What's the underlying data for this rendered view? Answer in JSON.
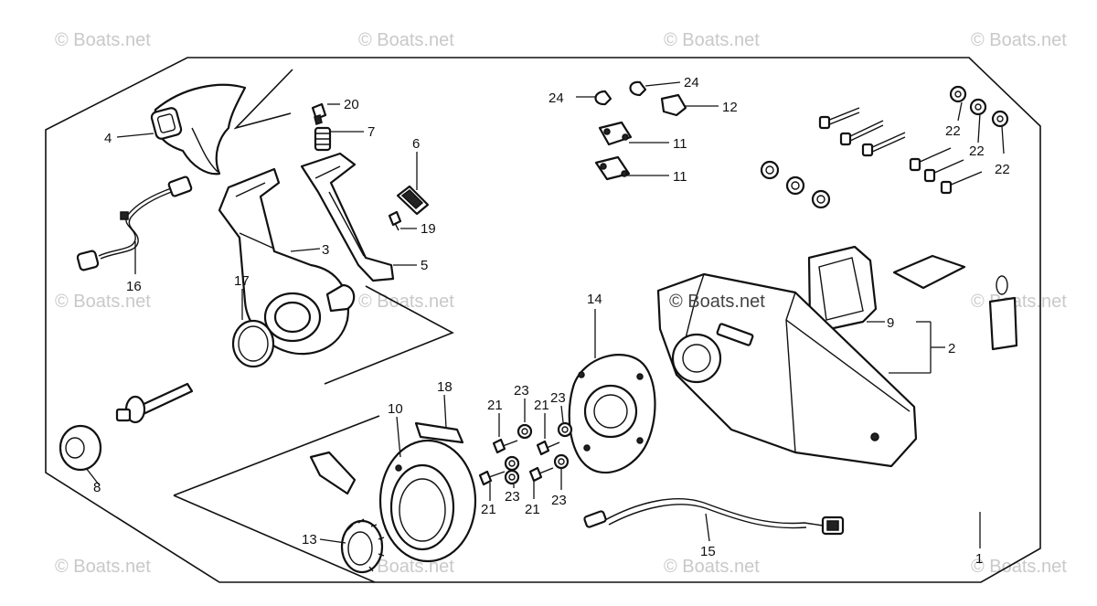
{
  "watermark": "© Boats.net",
  "callouts": {
    "c1": "1",
    "c2": "2",
    "c3": "3",
    "c4": "4",
    "c5": "5",
    "c6": "6",
    "c7": "7",
    "c8": "8",
    "c9": "9",
    "c10": "10",
    "c11a": "11",
    "c11b": "11",
    "c12": "12",
    "c13": "13",
    "c14": "14",
    "c15": "15",
    "c16": "16",
    "c17": "17",
    "c18": "18",
    "c19": "19",
    "c20": "20",
    "c21a": "21",
    "c21b": "21",
    "c21c": "21",
    "c21d": "21",
    "c22a": "22",
    "c22b": "22",
    "c22c": "22",
    "c23a": "23",
    "c23b": "23",
    "c23c": "23",
    "c23d": "23",
    "c24a": "24",
    "c24b": "24"
  }
}
